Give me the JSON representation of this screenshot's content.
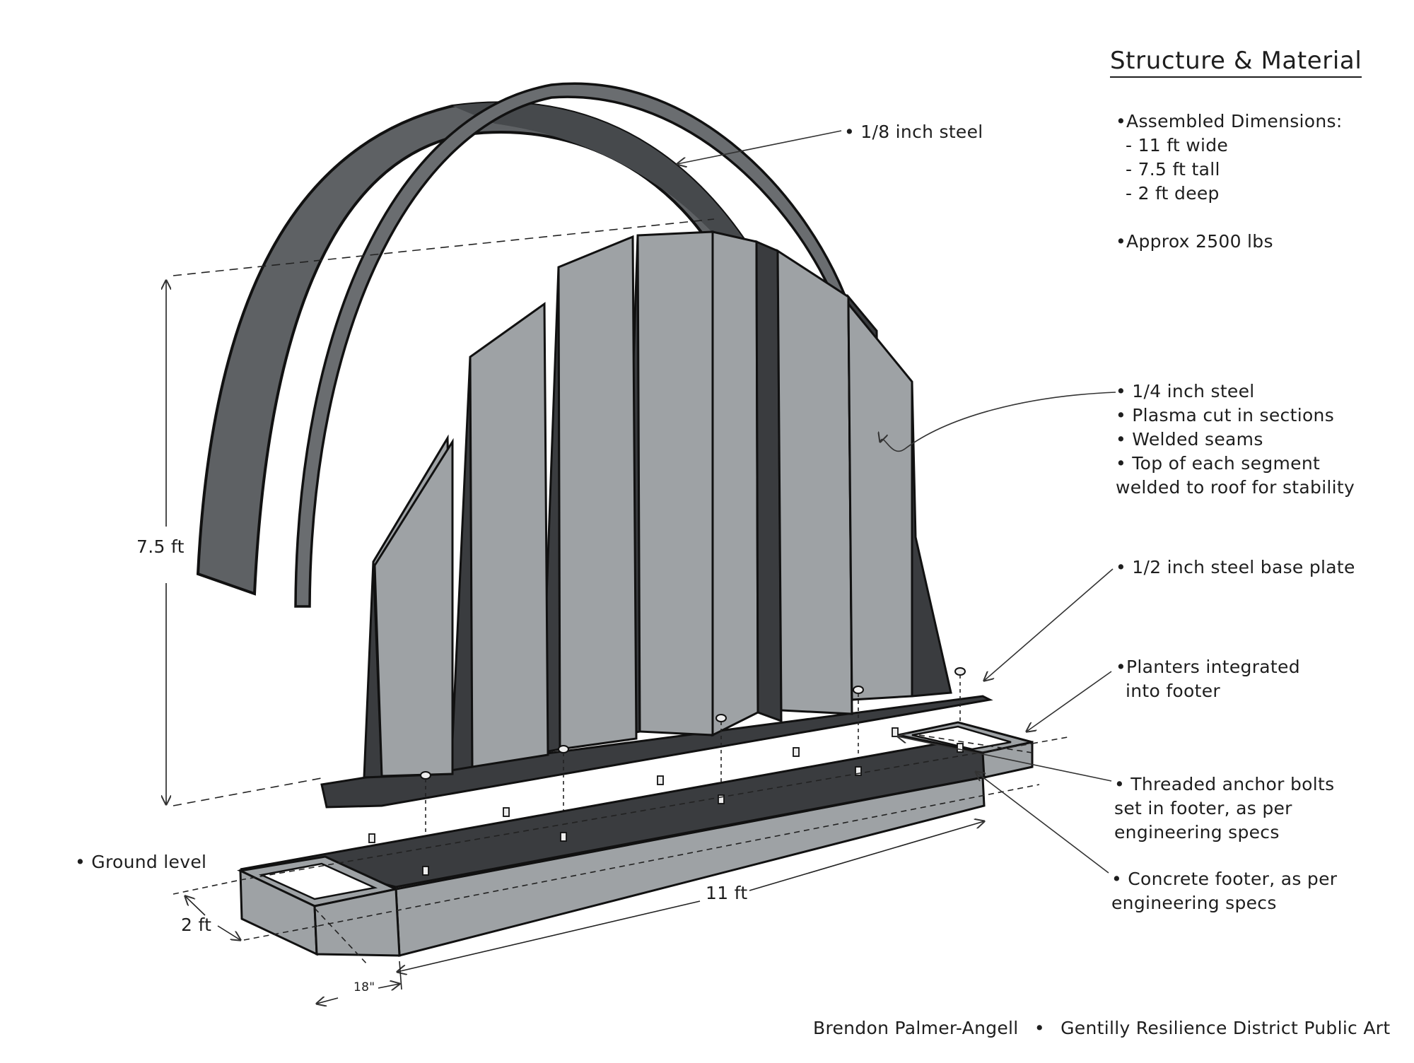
{
  "title": "Structure & Material",
  "specs": {
    "heading": "•Assembled Dimensions:",
    "items": [
      "- 11 ft wide",
      "- 7.5 ft tall",
      "- 2 ft deep"
    ],
    "weight": "•Approx 2500 lbs"
  },
  "callouts": {
    "roof": "• 1/8 inch steel",
    "wall": [
      "• 1/4 inch steel",
      "• Plasma cut in sections",
      "• Welded seams",
      "• Top of each segment",
      "welded to roof for stability"
    ],
    "base_plate": "• 1/2 inch steel base plate",
    "planters": [
      "•Planters integrated",
      "into footer"
    ],
    "anchor_bolts": [
      "• Threaded anchor bolts",
      "set in footer, as per",
      "engineering specs"
    ],
    "footer": [
      "• Concrete footer, as per",
      "engineering specs"
    ],
    "ground": "• Ground level"
  },
  "dimensions": {
    "height": "7.5 ft",
    "width": "11 ft",
    "depth": "2 ft",
    "planter": "18\""
  },
  "credits": {
    "author": "Brendon Palmer-Angell",
    "separator": "•",
    "project": "Gentilly Resilience District Public Art"
  },
  "colors": {
    "outline": "#111111",
    "arch_dark": "#5a5d60",
    "panel_light": "#9ea2a5",
    "panel_dark": "#3c3e41",
    "footer_light": "#9b9fa2",
    "footer_dark": "#3a3c3f",
    "plate": "#3a3c3f"
  }
}
